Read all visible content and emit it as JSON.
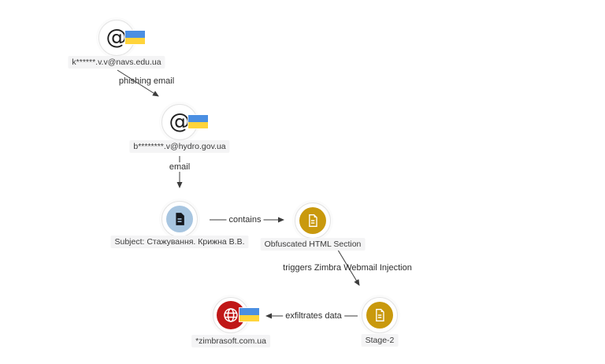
{
  "diagram": {
    "background_color": "#ffffff",
    "edge_color": "#3c3c3c",
    "node_label_bg_color": "#f4f4f5",
    "flag_colors": {
      "top": "#4b8fe2",
      "bottom": "#ffd43b"
    },
    "icons": {
      "email_at_glyph": "@"
    },
    "node_colors": {
      "email_subject": "#a7c5e0",
      "html_file": "#c9990d",
      "domain": "#c01717"
    },
    "nodes": [
      {
        "id": "sender-email",
        "type": "email-address",
        "icon": "email-at-icon",
        "flag": "ukraine",
        "label": "k******.v.v@navs.edu.ua"
      },
      {
        "id": "recipient-email",
        "type": "email-address",
        "icon": "email-at-icon",
        "flag": "ukraine",
        "label": "b********.v@hydro.gov.ua"
      },
      {
        "id": "email-subject",
        "type": "email-message",
        "icon": "document-icon",
        "label": "Subject: Стажування. Крижна В.В."
      },
      {
        "id": "obfuscated-html",
        "type": "file",
        "icon": "document-icon",
        "label": "Obfuscated HTML Section"
      },
      {
        "id": "stage-2",
        "type": "file",
        "icon": "document-icon",
        "label": "Stage-2"
      },
      {
        "id": "exfil-domain",
        "type": "domain",
        "icon": "globe-icon",
        "flag": "ukraine",
        "label": "*zimbrasoft.com.ua"
      }
    ],
    "edges": [
      {
        "from": "sender-email",
        "to": "recipient-email",
        "label": "phishing email"
      },
      {
        "from": "recipient-email",
        "to": "email-subject",
        "label": "email"
      },
      {
        "from": "email-subject",
        "to": "obfuscated-html",
        "label": "contains"
      },
      {
        "from": "obfuscated-html",
        "to": "stage-2",
        "label": "triggers Zimbra Webmail Injection"
      },
      {
        "from": "stage-2",
        "to": "exfil-domain",
        "label": "exfiltrates data"
      }
    ]
  }
}
